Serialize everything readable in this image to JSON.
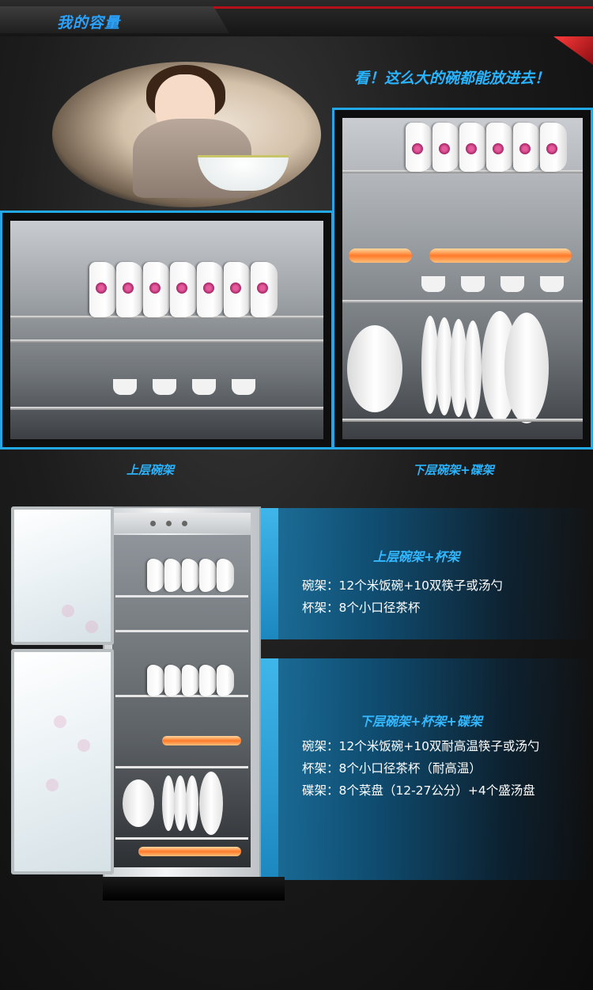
{
  "header": {
    "title": "我的容量"
  },
  "slogan": "看！这么大的碗都能放进去！",
  "photos": {
    "upper_caption": "上层碗架",
    "lower_caption": "下层碗架+碟架"
  },
  "upper_panel": {
    "heading": "上层碗架+杯架",
    "lines": [
      "碗架：12个米饭碗+10双筷子或汤勺",
      "杯架：8个小口径茶杯"
    ]
  },
  "lower_panel": {
    "heading": "下层碗架+杯架+碟架",
    "lines": [
      "碗架：12个米饭碗+10双耐高温筷子或汤勺",
      "杯架：8个小口径茶杯（耐高温）",
      "碟架：8个菜盘（12-27公分）+4个盛汤盘"
    ]
  },
  "colors": {
    "accent": "#29b4ff",
    "frame": "#22a8e6",
    "brand_red": "#b5101a"
  }
}
